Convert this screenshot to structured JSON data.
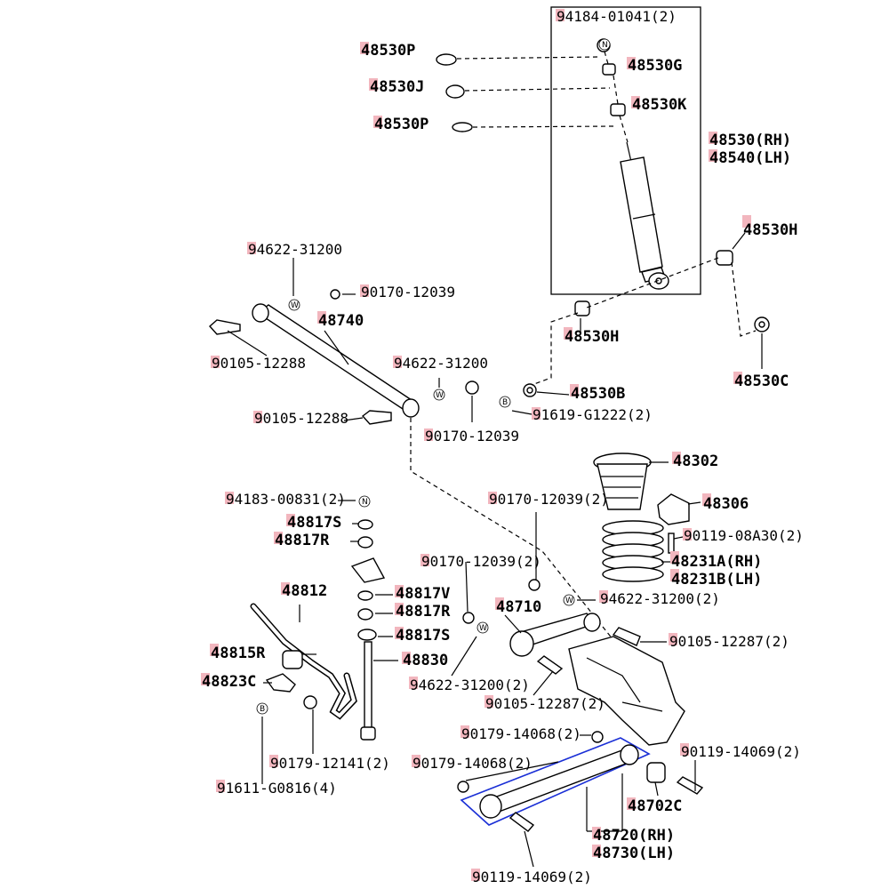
{
  "parts": {
    "p94184": "94184-01041(2)",
    "p48530P_a": "48530P",
    "p48530G": "48530G",
    "p48530J": "48530J",
    "p48530K": "48530K",
    "p48530P_b": "48530P",
    "p48530RH": "48530(RH)",
    "p48540LH": "48540(LH)",
    "p48530H_a": "48530H",
    "p48530H_b": "48530H",
    "p48530C": "48530C",
    "p48530B": "48530B",
    "p91619": "91619-G1222(2)",
    "p94622_a": "94622-31200",
    "p90170_a": "90170-12039",
    "p48740": "48740",
    "p90105_a": "90105-12288",
    "p94622_b": "94622-31200",
    "p90105_b": "90105-12288",
    "p90170_b": "90170-12039",
    "p48302": "48302",
    "p94183": "94183-00831(2)",
    "p48817S_a": "48817S",
    "p48817R_a": "48817R",
    "p90170_c": "90170-12039(2)",
    "p48306": "48306",
    "p90119_a": "90119-08A30(2)",
    "p90170_d": "90170-12039(2)",
    "p48231A": "48231A(RH)",
    "p48231B": "48231B(LH)",
    "p48812": "48812",
    "p48817V": "48817V",
    "p48710": "48710",
    "p94622_c": "94622-31200(2)",
    "p48817R_b": "48817R",
    "p48817S_b": "48817S",
    "p90105_c": "90105-12287(2)",
    "p48815R": "48815R",
    "p48830": "48830",
    "p48823C": "48823C",
    "p94622_d": "94622-31200(2)",
    "p90105_d": "90105-12287(2)",
    "p90179_a": "90179-14068(2)",
    "p90119_b": "90119-14069(2)",
    "p90179_b": "90179-12141(2)",
    "p90179_c": "90179-14068(2)",
    "p91611": "91611-G0816(4)",
    "p48702C": "48702C",
    "p48720": "48720(RH)",
    "p48730": "48730(LH)",
    "p90119_c": "90119-14069(2)"
  },
  "badges": {
    "n": "N",
    "w": "W",
    "b": "B"
  },
  "colors": {
    "marker": "#f2b6be",
    "highlight": "#1a2fd6",
    "ink": "#000000"
  }
}
